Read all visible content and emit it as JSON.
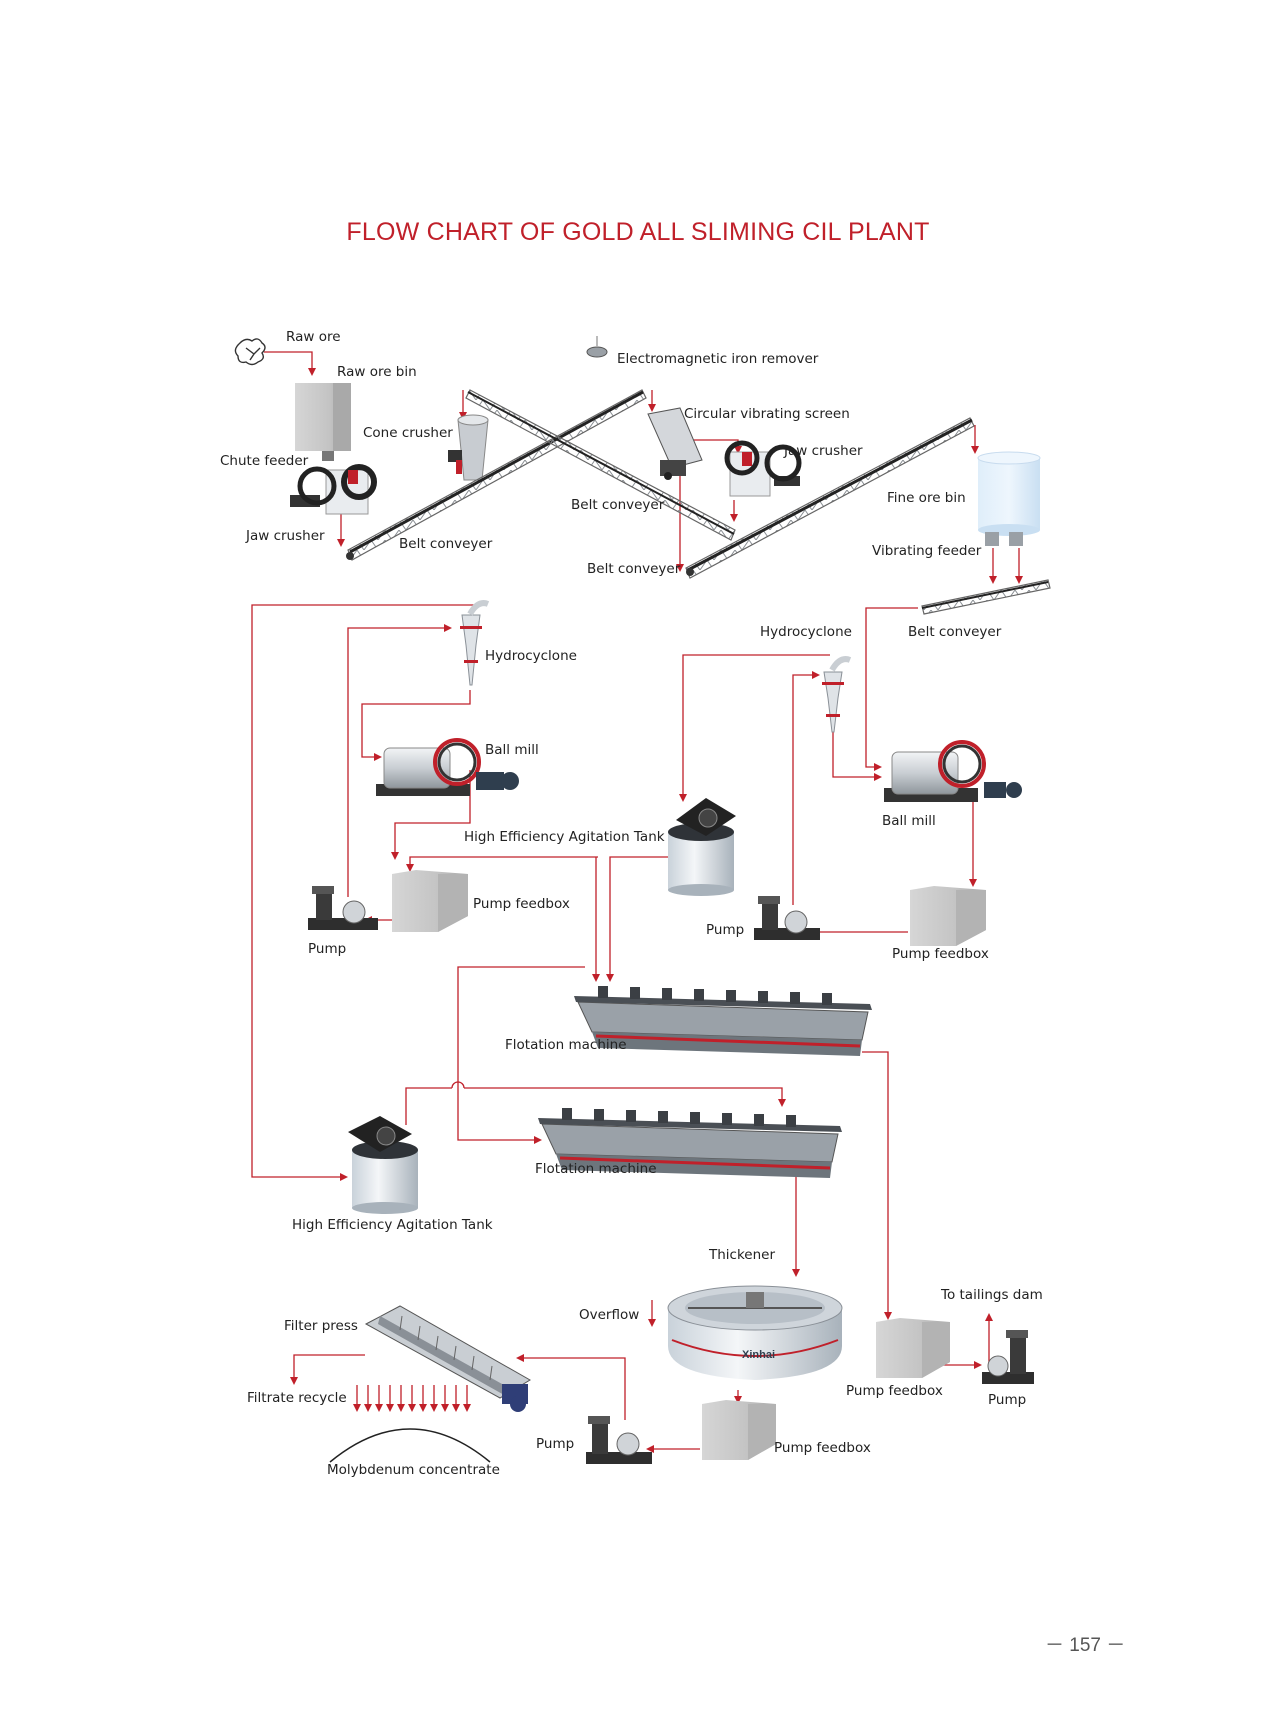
{
  "title": "FLOW CHART OF GOLD ALL SLIMING CIL PLANT",
  "page_number": "－ 157 －",
  "colors": {
    "accent": "#c0202a",
    "flow_line": "#c0202a",
    "text": "#222222"
  },
  "labels": {
    "raw_ore": "Raw ore",
    "raw_ore_bin": "Raw ore bin",
    "electromagnetic_iron_remover": "Electromagnetic iron remover",
    "circular_vibrating_screen": "Circular vibrating screen",
    "cone_crusher": "Cone crusher",
    "jaw_crusher_right": "Jaw crusher",
    "chute_feeder": "Chute feeder",
    "belt_conveyer_middle": "Belt conveyer",
    "fine_ore_bin": "Fine ore bin",
    "jaw_crusher_left": "Jaw crusher",
    "belt_conveyer_left": "Belt conveyer",
    "vibrating_feeder": "Vibrating feeder",
    "belt_conveyer_lower": "Belt conveyer",
    "hydrocyclone_right": "Hydrocyclone",
    "belt_conveyer_right": "Belt conveyer",
    "hydrocyclone_left": "Hydrocyclone",
    "ball_mill_left": "Ball mill",
    "ball_mill_right": "Ball mill",
    "agitation_tank_upper": "High Efficiency Agitation Tank",
    "pump_feedbox_left": "Pump feedbox",
    "pump_left": "Pump",
    "pump_right": "Pump",
    "pump_feedbox_right": "Pump feedbox",
    "flotation_machine_1": "Flotation machine",
    "flotation_machine_2": "Flotation machine",
    "agitation_tank_lower": "High Efficiency Agitation Tank",
    "thickener": "Thickener",
    "to_tailings_dam": "To tailings dam",
    "overflow": "Overflow",
    "filter_press": "Filter press",
    "filtrate_recycle": "Filtrate recycle",
    "pump_feedbox_tailings": "Pump feedbox",
    "pump_tailings": "Pump",
    "pump_thickener": "Pump",
    "pump_feedbox_thickener": "Pump feedbox",
    "molybdenum_concentrate": "Molybdenum concentrate"
  },
  "icons": {
    "ore": "rock-cluster-icon",
    "bin": "hopper-bin-icon",
    "crusher": "jaw-crusher-icon",
    "conveyor": "truss-belt-conveyor-icon",
    "cyclone": "hydrocyclone-icon",
    "mill": "ball-mill-icon",
    "tank": "agitation-tank-icon",
    "pump": "slurry-pump-icon",
    "flotation": "flotation-cell-icon",
    "thickener": "thickener-icon",
    "filter": "filter-press-icon"
  },
  "logo_text": "Xinhai"
}
